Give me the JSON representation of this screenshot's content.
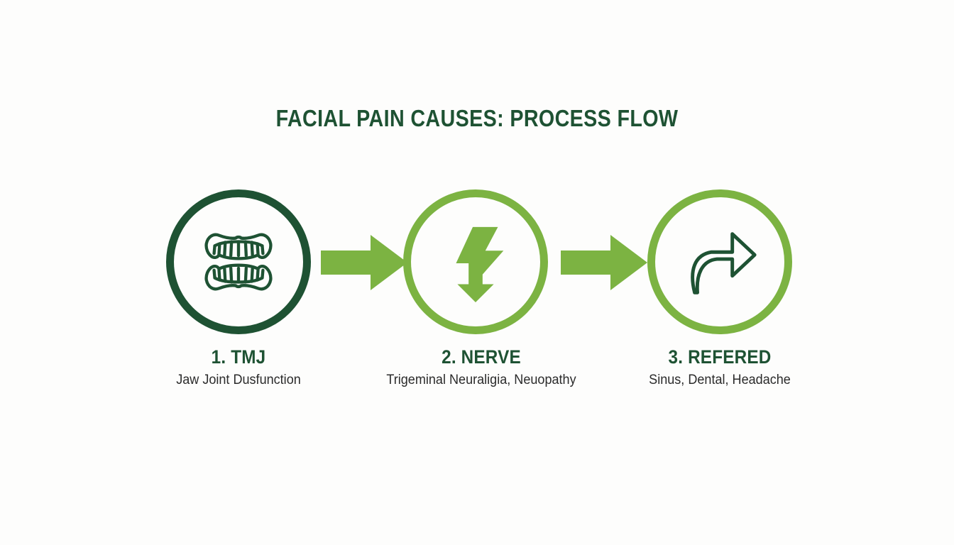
{
  "title": "FACIAL PAIN CAUSES: PROCESS FLOW",
  "colors": {
    "background": "#fdfdfc",
    "dark_green": "#1e5233",
    "light_green": "#7cb342",
    "body_text": "#2b2b2b"
  },
  "steps": [
    {
      "number": "1",
      "label": "1. TMJ",
      "description": "Jaw Joint Dusfunction",
      "icon": "teeth-icon",
      "ring_color": "#1e5233",
      "icon_color": "#1e5233"
    },
    {
      "number": "2",
      "label": "2. NERVE",
      "description": "Trigeminal Neuraligia, Neuopathy",
      "icon": "lightning-bolt-icon",
      "ring_color": "#7cb342",
      "icon_color": "#7cb342"
    },
    {
      "number": "3",
      "label": "3. REFERED",
      "description": "Sinus, Dental, Headache",
      "icon": "share-arrow-icon",
      "ring_color": "#7cb342",
      "icon_color": "#1e5233"
    }
  ],
  "connectors": [
    {
      "icon": "right-arrow-icon",
      "color": "#7cb342"
    },
    {
      "icon": "right-arrow-icon",
      "color": "#7cb342"
    }
  ]
}
